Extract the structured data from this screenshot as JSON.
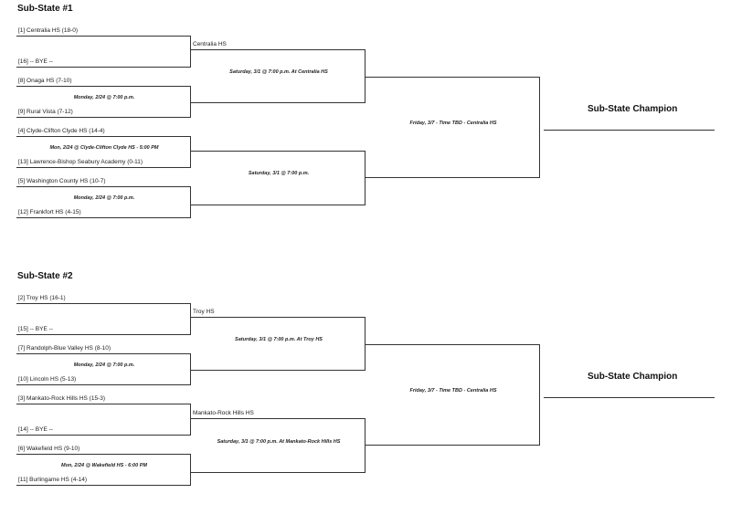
{
  "substate1": {
    "heading": "Sub-State #1",
    "champion": "Sub-State Champion",
    "teams": [
      "[1] Centralia HS   (18-0)",
      "[16] -- BYE --",
      "[8] Onaga HS   (7-10)",
      "[9] Rural Vista   (7-12)",
      "[4] Clyde-Clifton Clyde HS   (14-4)",
      "[13] Lawrence-Bishop Seabury Academy   (0-11)",
      "[5] Washington County HS   (10-7)",
      "[12] Frankfort HS   (4-15)"
    ],
    "r1_games": [
      "",
      "Monday, 2/24 @ 7:00 p.m.",
      "Mon, 2/24 @ Clyde-Clifton Clyde HS - 5:00 PM",
      "Monday, 2/24 @ 7:00 p.m."
    ],
    "r2_advanced": [
      "Centralia HS",
      ""
    ],
    "r2_games": [
      "Saturday, 3/1 @ 7:00 p.m. At Centralia HS",
      "Saturday, 3/1 @ 7:00 p.m."
    ],
    "final_game": "Friday, 3/7 - Time TBD - Centralia HS"
  },
  "substate2": {
    "heading": "Sub-State #2",
    "champion": "Sub-State Champion",
    "teams": [
      "[2] Troy HS   (16-1)",
      "[15] -- BYE --",
      "[7] Randolph-Blue Valley HS   (8-10)",
      "[10] Lincoln HS   (5-13)",
      "[3] Mankato-Rock Hills HS   (15-3)",
      "[14] -- BYE --",
      "[6] Wakefield HS   (9-10)",
      "[11] Burlingame HS   (4-14)"
    ],
    "r1_games": [
      "",
      "Monday, 2/24 @ 7:00 p.m.",
      "",
      "Mon, 2/24 @ Wakefield HS - 6:00 PM"
    ],
    "r2_advanced": [
      "Troy HS",
      "Mankato-Rock Hills HS"
    ],
    "r2_games": [
      "Saturday, 3/1 @ 7:00 p.m. At Troy HS",
      "Saturday, 3/1 @ 7:00 p.m. At Mankato-Rock Hills HS"
    ],
    "final_game": "Friday, 3/7 - Time TBD - Centralia HS"
  }
}
